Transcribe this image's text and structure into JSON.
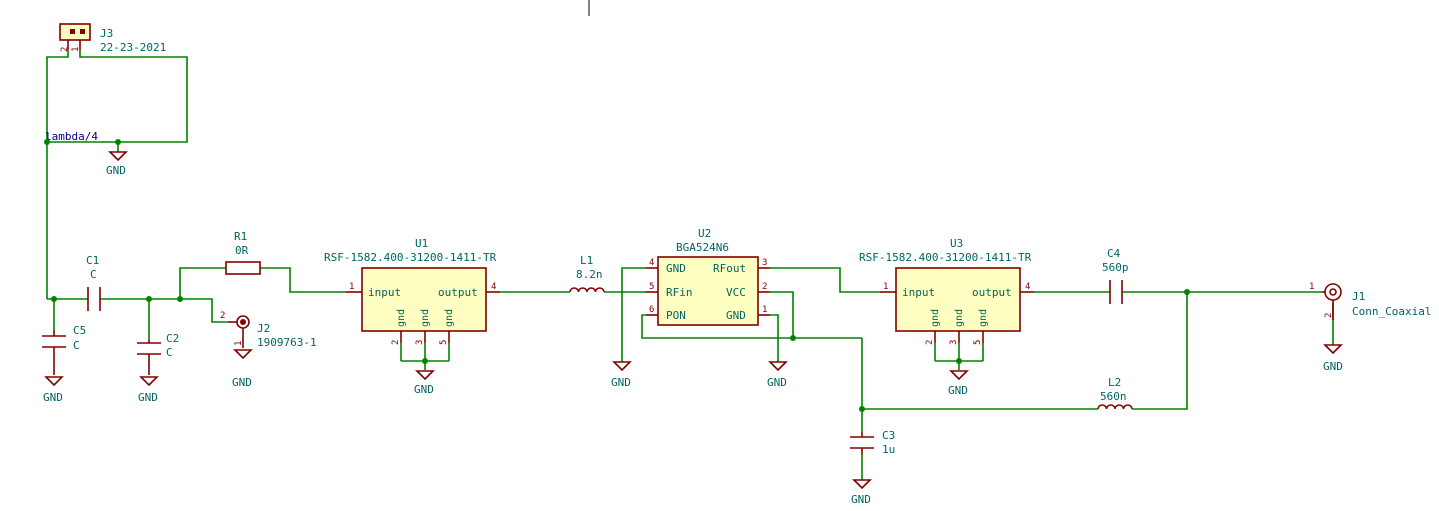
{
  "components": {
    "J3": {
      "ref": "J3",
      "value": "22-23-2021",
      "pins": [
        "1",
        "2"
      ]
    },
    "R1": {
      "ref": "R1",
      "value": "0R"
    },
    "C1": {
      "ref": "C1",
      "value": "C"
    },
    "C2": {
      "ref": "C2",
      "value": "C"
    },
    "C5": {
      "ref": "C5",
      "value": "C"
    },
    "J2": {
      "ref": "J2",
      "value": "1909763-1",
      "pins": [
        "2",
        "1"
      ]
    },
    "U1": {
      "ref": "U1",
      "value": "RSF-1582.400-31200-1411-TR",
      "pins": [
        "1",
        "4",
        "2",
        "3",
        "5"
      ],
      "pin_names": [
        "input",
        "output",
        "gnd",
        "gnd",
        "gnd"
      ]
    },
    "L1": {
      "ref": "L1",
      "value": "8.2n"
    },
    "U2": {
      "ref": "U2",
      "value": "BGA524N6",
      "pins": [
        "4",
        "5",
        "6",
        "3",
        "2",
        "1"
      ],
      "pin_names": [
        "GND",
        "RFin",
        "PON",
        "RFout",
        "VCC",
        "GND"
      ]
    },
    "U3": {
      "ref": "U3",
      "value": "RSF-1582.400-31200-1411-TR",
      "pins": [
        "1",
        "4",
        "2",
        "3",
        "5"
      ],
      "pin_names": [
        "input",
        "output",
        "gnd",
        "gnd",
        "gnd"
      ]
    },
    "C4": {
      "ref": "C4",
      "value": "560p"
    },
    "C3": {
      "ref": "C3",
      "value": "1u"
    },
    "L2": {
      "ref": "L2",
      "value": "560n"
    },
    "J1": {
      "ref": "J1",
      "value": "Conn_Coaxial",
      "pins": [
        "1",
        "2"
      ]
    }
  },
  "net_labels": {
    "antenna": "lambda/4"
  },
  "power": {
    "gnd": "GND"
  },
  "colors": {
    "wire": "#008400",
    "component": "#840000",
    "body_fill": "#ffffc2",
    "reference": "#006464",
    "net_label": "#000084"
  }
}
